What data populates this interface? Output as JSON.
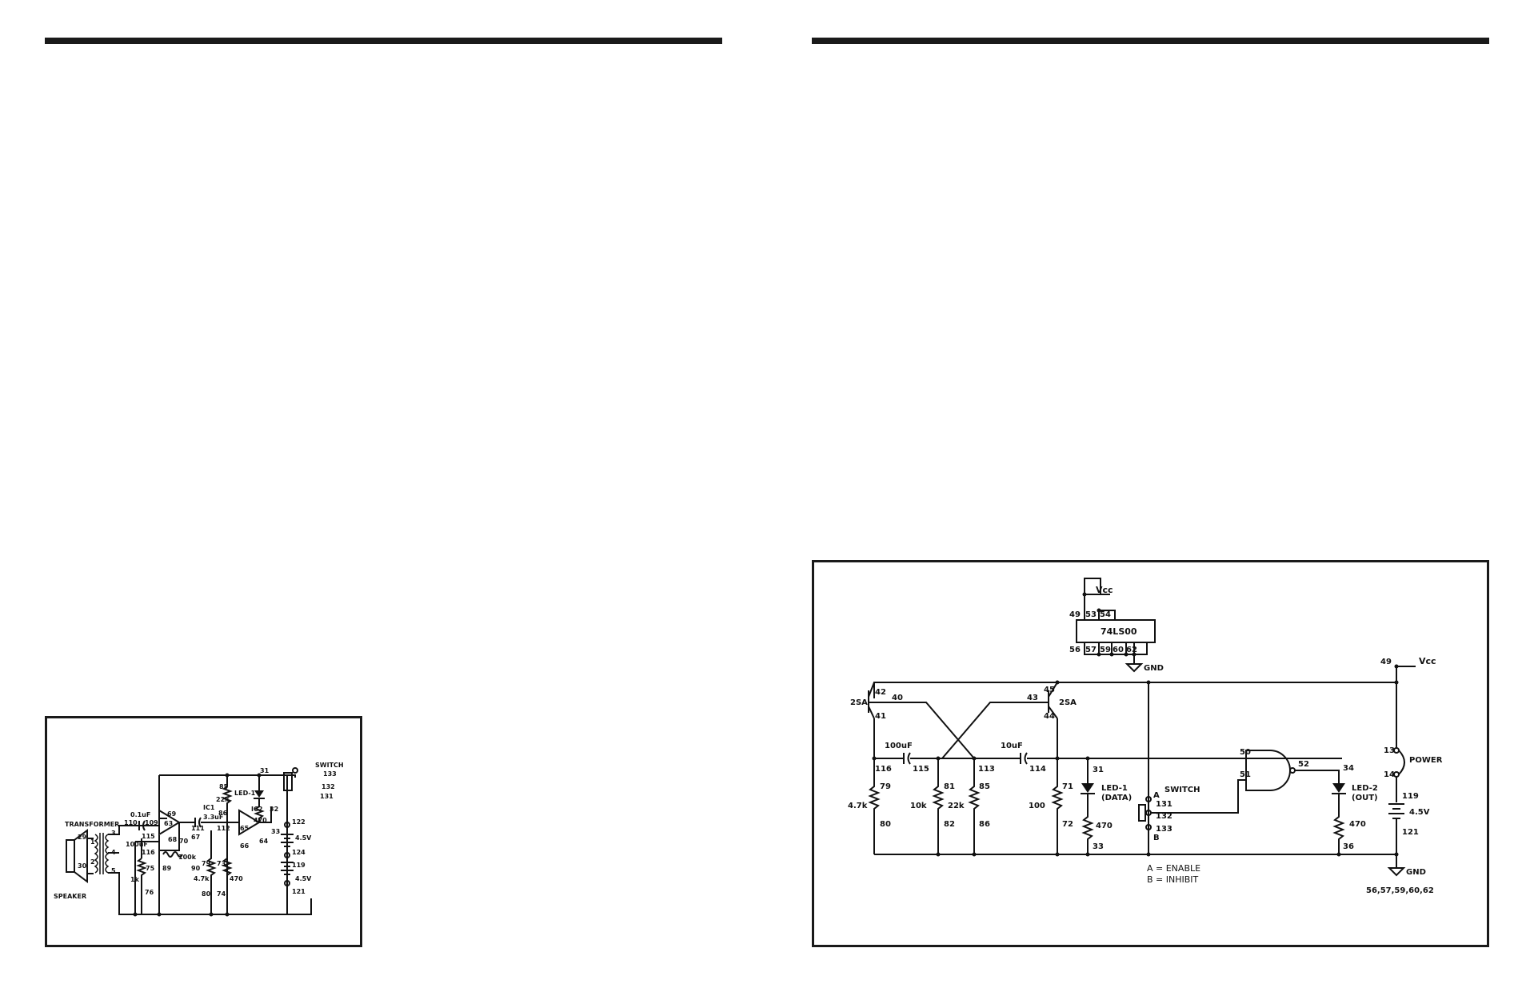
{
  "left_circuit": {
    "labels": {
      "switch": "SWITCH",
      "n133": "133",
      "n132": "132",
      "n131": "131",
      "n85": "85",
      "n22k": "22k",
      "n86": "86",
      "led1": "LED-1",
      "n31": "31",
      "n32": "32",
      "n470a": "470",
      "ic1": "IC1",
      "ic2": "IC2",
      "transformer": "TRANSFORMER",
      "c01uf": "0.1uF",
      "n110": "110",
      "n109": "109",
      "n3": "3",
      "n1": "1",
      "n4": "4",
      "n2": "2",
      "n5": "5",
      "n29": "29",
      "n30": "30",
      "speaker": "SPEAKER",
      "n115": "115",
      "c100uf": "100uF",
      "n116": "116",
      "n69": "69",
      "n63": "63",
      "n68": "68",
      "n70": "70",
      "n67": "67",
      "c33uf": "3.3uF",
      "n111": "111",
      "n112": "112",
      "n65": "65",
      "n66": "66",
      "n64": "64",
      "n33": "33",
      "n100k": "100k",
      "n89": "89",
      "n90": "90",
      "n75": "75",
      "n1k": "1k",
      "n76": "76",
      "n79": "79",
      "n47k": "4.7k",
      "n80": "80",
      "n73": "73",
      "n470b": "470",
      "n74": "74",
      "n122": "122",
      "v45a": "4.5V",
      "n124": "124",
      "n119": "119",
      "v45b": "4.5V",
      "n121": "121"
    }
  },
  "right_circuit": {
    "labels": {
      "vcc_top": "Vcc",
      "n49a": "49",
      "n53": "53",
      "n54": "54",
      "chip": "74LS00",
      "n56": "56",
      "n57": "57",
      "n59": "59",
      "n60": "60",
      "n62": "62",
      "gnd_top": "GND",
      "n49b": "49",
      "vcc_right": "Vcc",
      "n42": "42",
      "n40": "40",
      "t1": "2SA",
      "n41": "41",
      "n45": "45",
      "n43": "43",
      "t2": "2SA",
      "n44": "44",
      "c100uf": "100uF",
      "n116": "116",
      "n115": "115",
      "c10uf": "10uF",
      "n113": "113",
      "n114": "114",
      "n79": "79",
      "r47k": "4.7k",
      "n80": "80",
      "r10k": "10k",
      "n81": "81",
      "n82": "82",
      "n85": "85",
      "r22k": "22k",
      "n86": "86",
      "n71": "71",
      "r100": "100",
      "n72": "72",
      "n31": "31",
      "led1": "LED-1",
      "led1sub": "(DATA)",
      "r470a": "470",
      "n33": "33",
      "n50": "50",
      "n51": "51",
      "n52": "52",
      "switch": "SWITCH",
      "a": "A",
      "n131": "131",
      "n132": "132",
      "b": "B",
      "n133": "133",
      "n34": "34",
      "led2": "LED-2",
      "led2sub": "(OUT)",
      "r470b": "470",
      "n36": "36",
      "n13": "13",
      "power": "POWER",
      "n14": "14",
      "n119": "119",
      "v45": "4.5V",
      "n121": "121",
      "gnd_bottom": "GND",
      "gnd_pins": "56,57,59,60,62",
      "legend_a": "A = ENABLE",
      "legend_b": "B = INHIBIT"
    }
  }
}
